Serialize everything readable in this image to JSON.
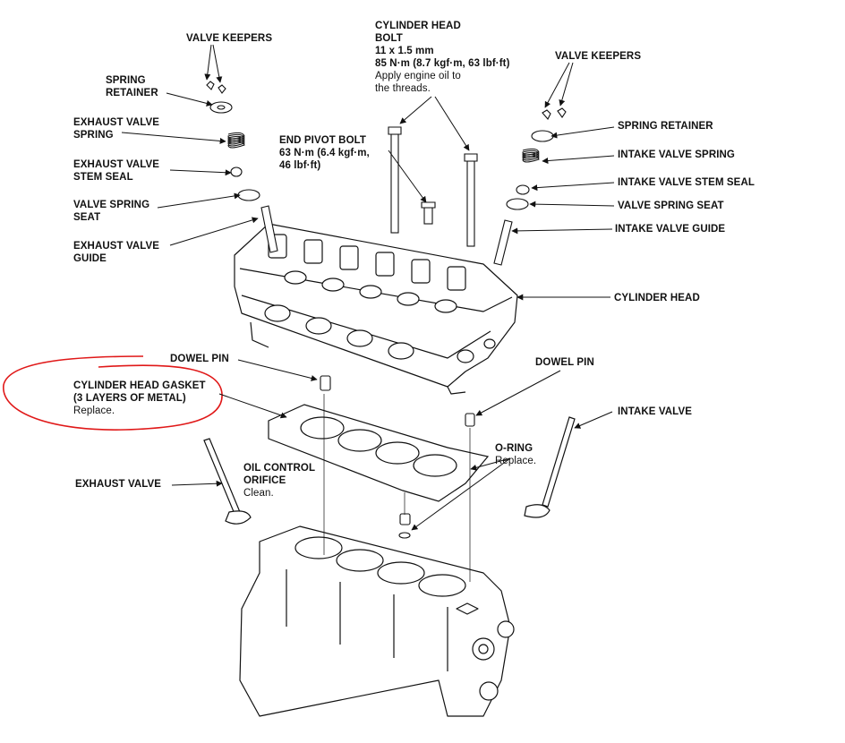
{
  "labels": {
    "valve_keepers_left": "VALVE KEEPERS",
    "spring_retainer_left": [
      "SPRING",
      "RETAINER"
    ],
    "exhaust_valve_spring": [
      "EXHAUST VALVE",
      "SPRING"
    ],
    "exhaust_valve_stem_seal": [
      "EXHAUST VALVE",
      "STEM SEAL"
    ],
    "valve_spring_seat_left": [
      "VALVE SPRING",
      "SEAT"
    ],
    "exhaust_valve_guide": [
      "EXHAUST VALVE",
      "GUIDE"
    ],
    "cylinder_head_bolt": {
      "title": [
        "CYLINDER HEAD",
        "BOLT",
        "11 x 1.5 mm",
        "85 N·m (8.7 kgf·m, 63 lbf·ft)"
      ],
      "notes": [
        "Apply engine oil to",
        "the threads."
      ]
    },
    "end_pivot_bolt": [
      "END PIVOT BOLT",
      "63 N·m (6.4 kgf·m,",
      "46 lbf·ft)"
    ],
    "valve_keepers_right": "VALVE KEEPERS",
    "spring_retainer_right": "SPRING RETAINER",
    "intake_valve_spring": "INTAKE VALVE SPRING",
    "intake_valve_stem_seal": "INTAKE VALVE STEM SEAL",
    "valve_spring_seat_right": "VALVE SPRING SEAT",
    "intake_valve_guide": "INTAKE VALVE GUIDE",
    "cylinder_head": "CYLINDER HEAD",
    "dowel_pin_left": "DOWEL PIN",
    "dowel_pin_right": "DOWEL PIN",
    "cylinder_head_gasket": {
      "title": [
        "CYLINDER HEAD GASKET",
        "(3 LAYERS OF METAL)"
      ],
      "note": "Replace."
    },
    "intake_valve": "INTAKE VALVE",
    "o_ring": {
      "title": "O-RING",
      "note": "Replace."
    },
    "oil_control_orifice": {
      "title": [
        "OIL CONTROL",
        "ORIFICE"
      ],
      "note": "Clean."
    },
    "exhaust_valve": "EXHAUST VALVE"
  },
  "colors": {
    "line": "#111111",
    "highlight": "#e01818"
  }
}
